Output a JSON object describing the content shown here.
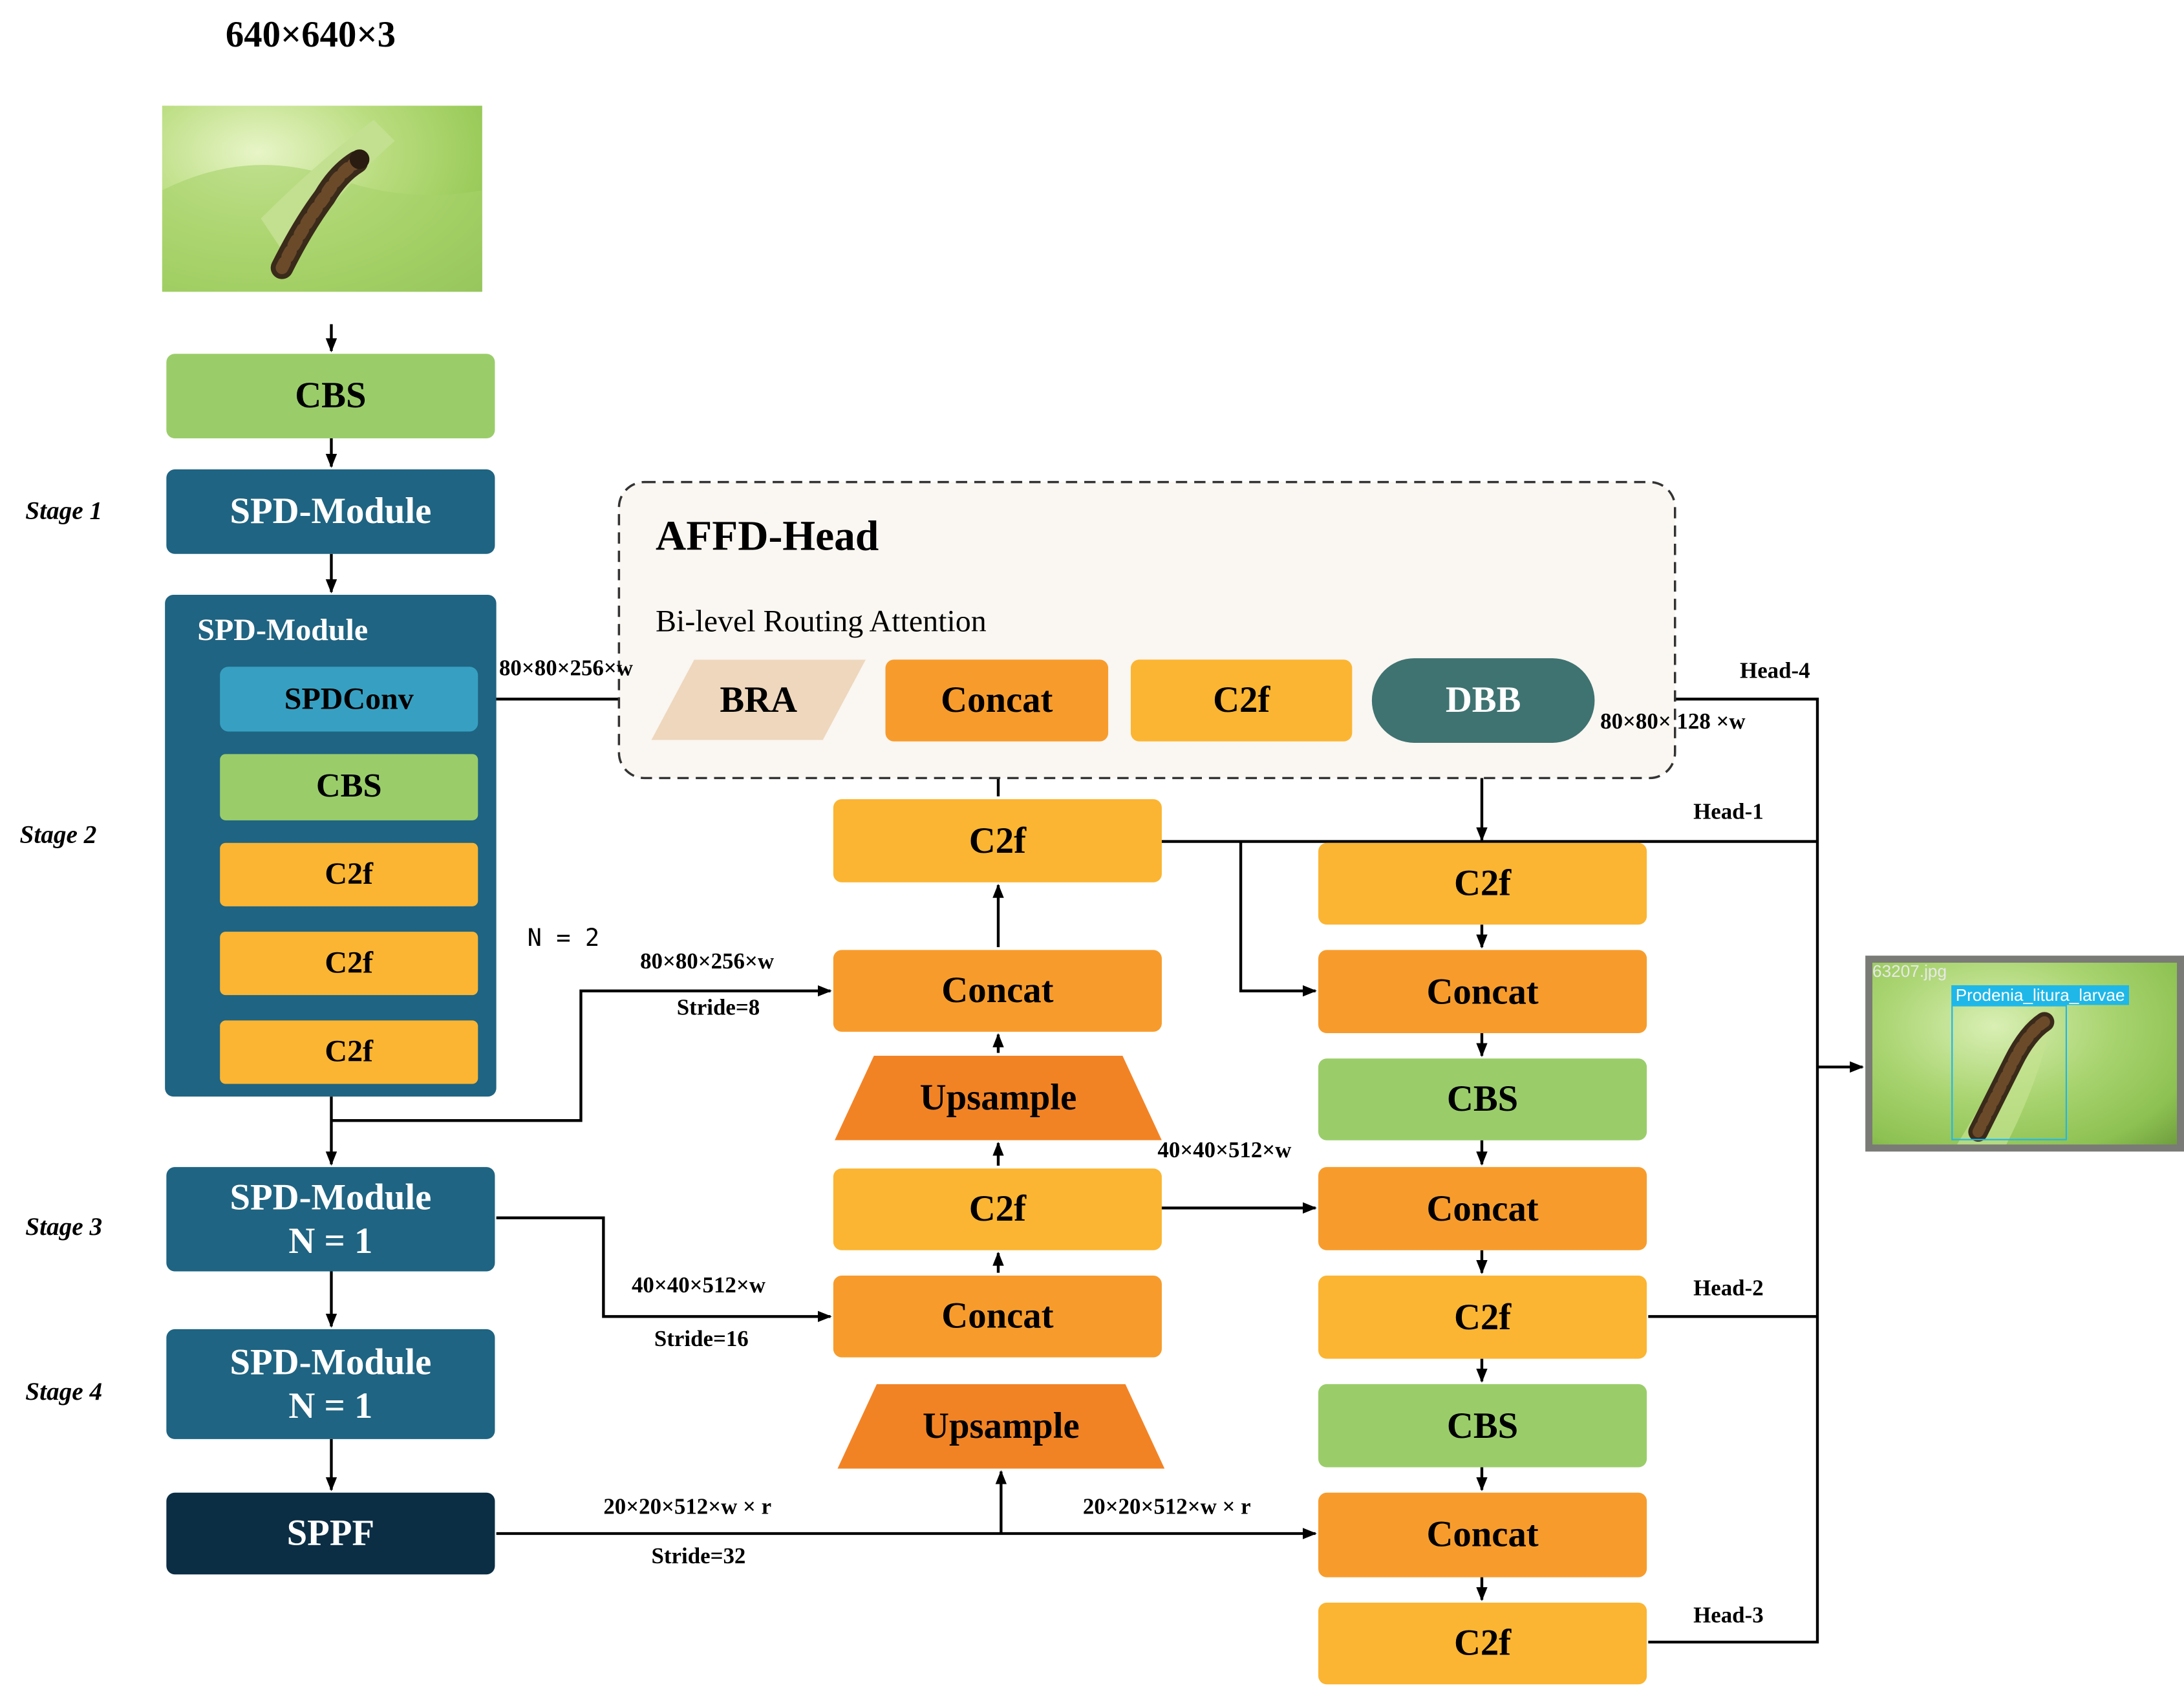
{
  "input": {
    "size_label": "640×640×3",
    "image_name": "input-larva-photo"
  },
  "backbone": {
    "cbs": "CBS",
    "stage1": {
      "label": "Stage 1",
      "module": "SPD-Module"
    },
    "stage2": {
      "label": "Stage 2",
      "module": "SPD-Module",
      "spdconv": "SPDConv",
      "cbs": "CBS",
      "c2f": [
        "C2f",
        "C2f",
        "C2f"
      ],
      "repeat": "N = 2"
    },
    "stage3": {
      "label": "Stage 3",
      "module_line1": "SPD-Module",
      "module_line2": "N = 1"
    },
    "stage4": {
      "label": "Stage 4",
      "module_line1": "SPD-Module",
      "module_line2": "N = 1"
    },
    "sppf": "SPPF"
  },
  "affd": {
    "title": "AFFD-Head",
    "subtitle": "Bi-level Routing Attention",
    "bra": "BRA",
    "concat": "Concat",
    "c2f": "C2f",
    "dbb": "DBB"
  },
  "neck_mid": {
    "c2f_top": "C2f",
    "concat1": "Concat",
    "upsample1": "Upsample",
    "c2f_mid": "C2f",
    "concat2": "Concat",
    "upsample2": "Upsample"
  },
  "neck_right": [
    "C2f",
    "Concat",
    "CBS",
    "Concat",
    "C2f",
    "CBS",
    "Concat",
    "C2f"
  ],
  "edge_labels": {
    "bra_in": "80×80×256×w",
    "p3_shape": "80×80×256×w",
    "p3_stride": "Stride=8",
    "p4_shape": "40×40×512×w",
    "p4_stride": "Stride=16",
    "p5_shape": "20×20×512×w × r",
    "p5_stride": "Stride=32",
    "mid_right": "40×40×512×w",
    "bottom_right": "20×20×512×w × r",
    "dbb_out": "80×80× 128 ×w"
  },
  "heads": [
    "Head-1",
    "Head-2",
    "Head-3",
    "Head-4"
  ],
  "output": {
    "filename": "63207.jpg",
    "detection_label": "Prodenia_litura_larvae"
  },
  "colors": {
    "green": "#9ACD6A",
    "teal": "#1F6482",
    "light_blue": "#37A0C2",
    "yellow": "#FBB532",
    "orange": "#F79C2C",
    "dark_orange": "#F28325",
    "navy": "#0B2E45",
    "dbb": "#3E7371",
    "bra": "#EED7BD"
  }
}
